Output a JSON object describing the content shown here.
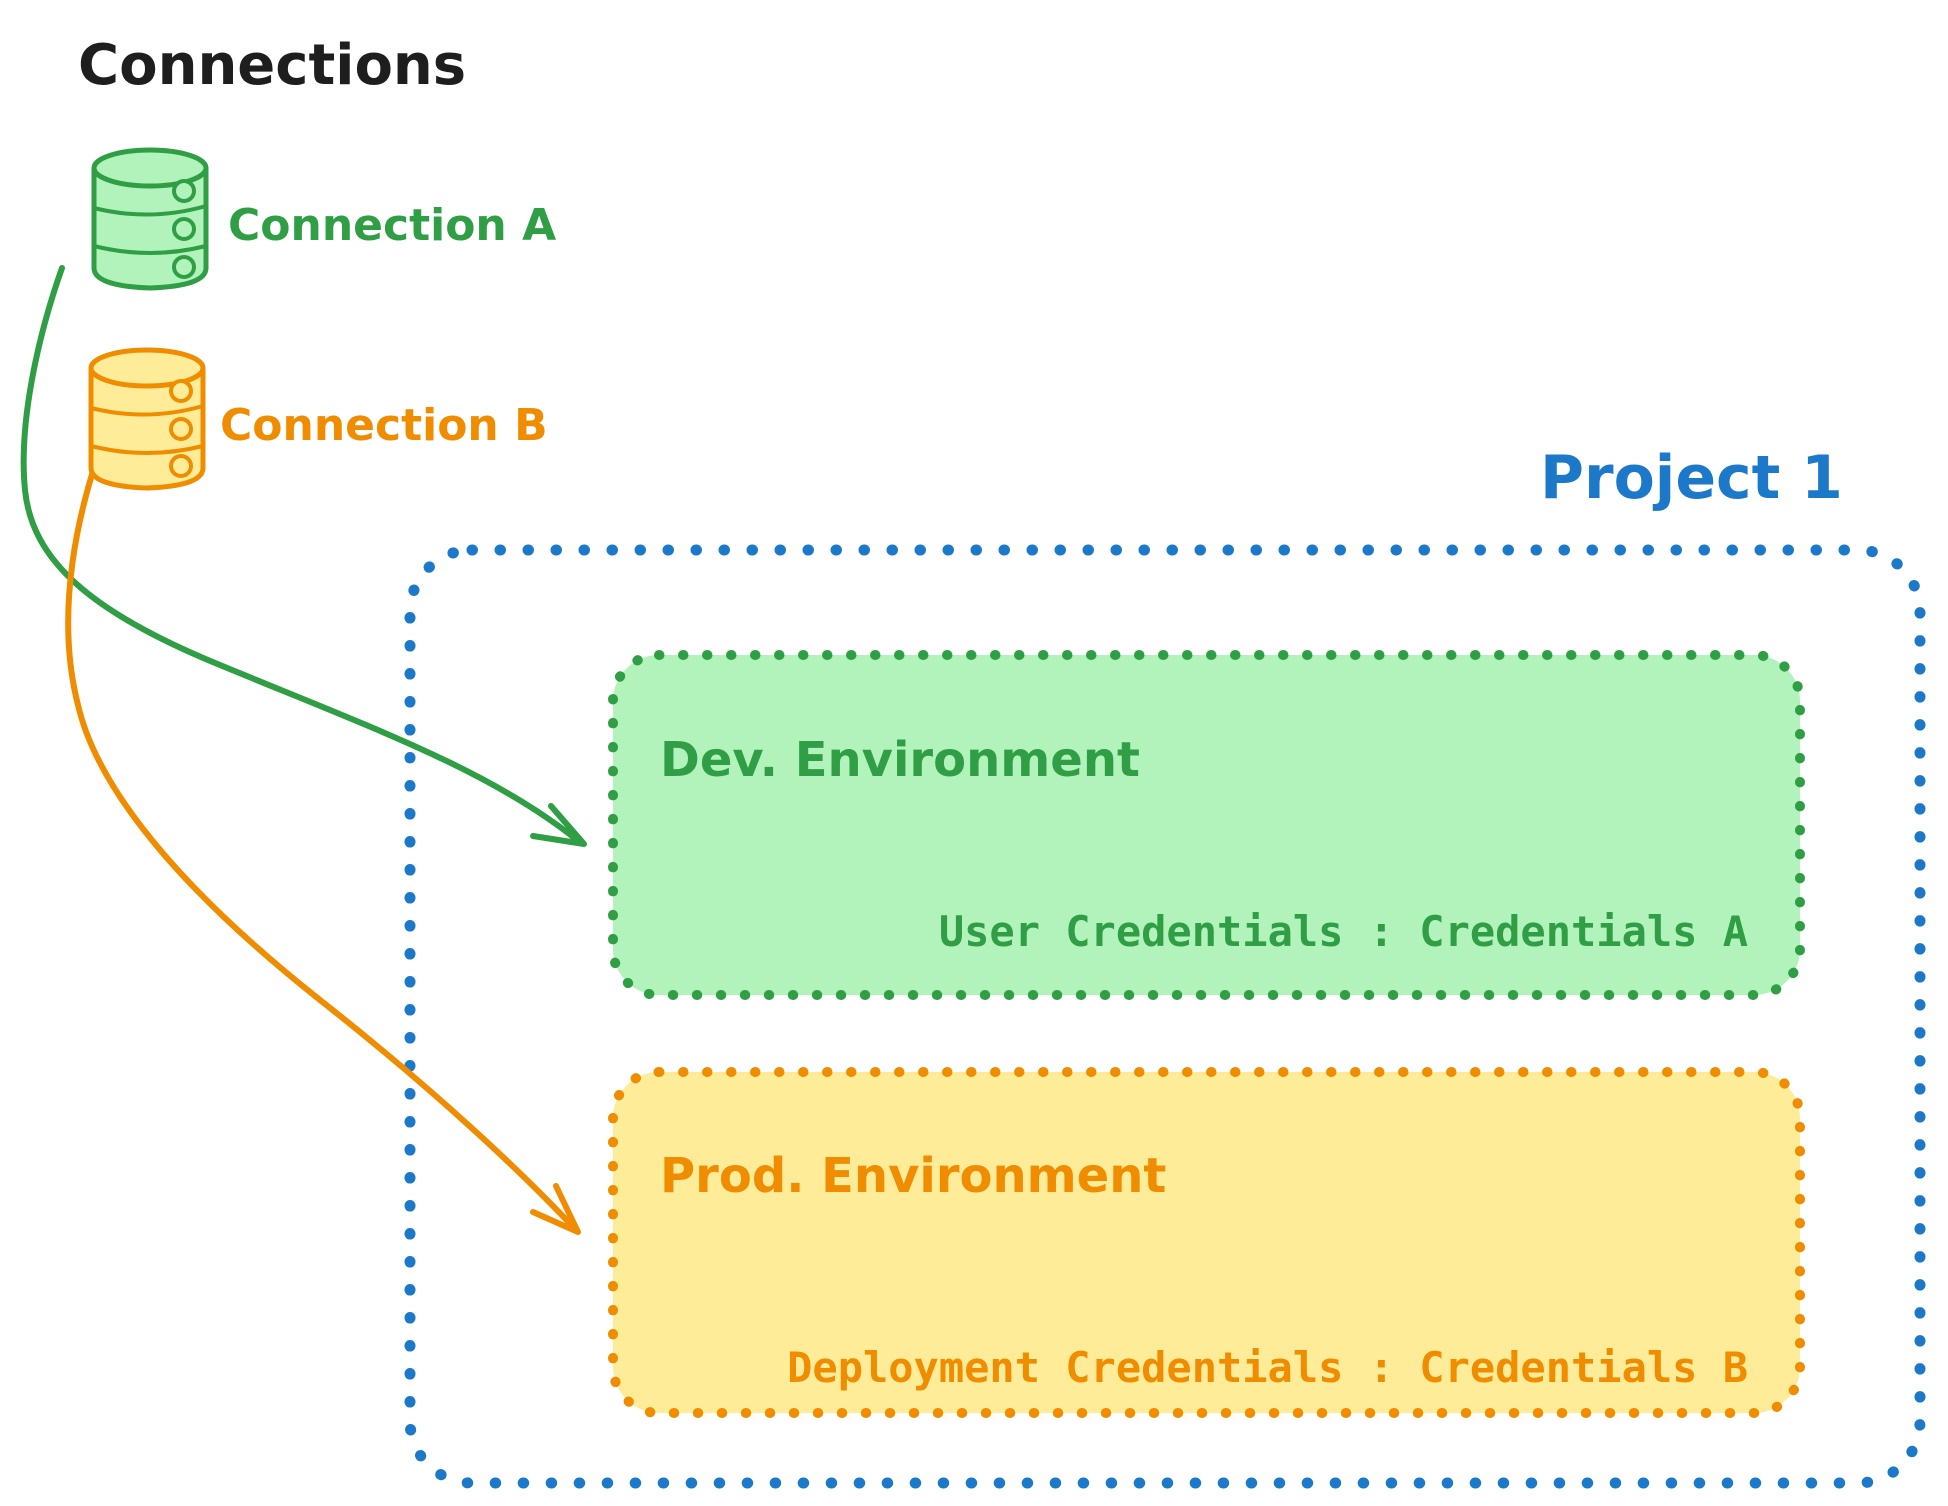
{
  "diagram": {
    "title": "Connections",
    "connections": [
      {
        "id": "connection-a",
        "label": "Connection A",
        "color": "#2f9e44",
        "fill": "#b2f2bb"
      },
      {
        "id": "connection-b",
        "label": "Connection B",
        "color": "#f08c00",
        "fill": "#ffec99"
      }
    ],
    "project": {
      "title": "Project 1",
      "border_color": "#1c79c9",
      "environments": [
        {
          "name": "Dev. Environment",
          "credentials": "User Credentials : Credentials A",
          "stroke_color": "#2f9e44",
          "fill_color": "#b2f2bb",
          "linked_connection": "Connection A"
        },
        {
          "name": "Prod. Environment",
          "credentials": "Deployment Credentials : Credentials B",
          "stroke_color": "#f08c00",
          "fill_color": "#ffec99",
          "linked_connection": "Connection B"
        }
      ]
    },
    "palette": {
      "title_text": "#1e1e1e",
      "green": "#2f9e44",
      "green_fill": "#b2f2bb",
      "orange": "#f08c00",
      "yellow_fill": "#ffec99",
      "blue": "#1c79c9",
      "background": "#ffffff"
    }
  }
}
